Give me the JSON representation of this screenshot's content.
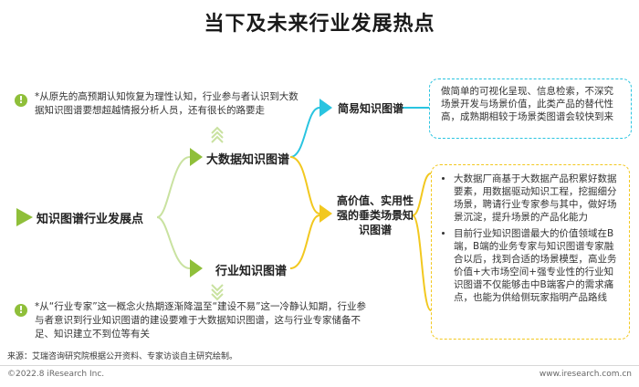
{
  "title": "当下及未来行业发展热点",
  "root": {
    "label": "知识图谱行业发展点"
  },
  "branches": {
    "big_data": {
      "label": "大数据知识图谱"
    },
    "industry": {
      "label": "行业知识图谱"
    },
    "simple": {
      "label": "简易知识图谱"
    },
    "high_value": {
      "label": "高价值、实用性强的垂类场景知识图谱"
    }
  },
  "notes": {
    "top": "*从原先的高预期认知恢复为理性认知，行业参与者认识到大数据知识图谱要想超越情报分析人员，还有很长的路要走",
    "bottom": "*从“行业专家”这一概念火热期逐渐降温至“建设不易”这一冷静认知期，行业参与者意识到行业知识图谱的建设要难于大数据知识图谱，这与行业专家储备不足、知识建立不到位等有关"
  },
  "boxes": {
    "simple_desc": "做简单的可视化呈现、信息检索，不深究场景开发与场景价值，此类产品的替代性高，成熟期相较于场景类图谱会较快到来",
    "high_value_items": [
      "大数据厂商基于大数据产品积累好数据要素，用数据驱动知识工程，挖掘细分场景，聘请行业专家参与其中，做好场景沉淀，提升场景的产品化能力",
      "目前行业知识图谱最大的价值领域在B端，B端的业务专家与知识图谱专家融合以后，找到合适的场景模型，高业务价值+大市场空间+强专业性的行业知识图谱不仅能够击中B端客户的需求痛点，也能为供给侧玩家指明产品路线"
    ]
  },
  "icons": {
    "warn_symbol": "!"
  },
  "source": "来源：艾瑞咨询研究院根据公开资料、专家访谈自主研究绘制。",
  "copyright": "©2022.8 iResearch Inc.",
  "website": "www.iresearch.com.cn",
  "colors": {
    "green": "#8fbf3a",
    "light_green": "#c9e2a0",
    "cyan": "#29c4e0",
    "yellow": "#f2c81f"
  }
}
